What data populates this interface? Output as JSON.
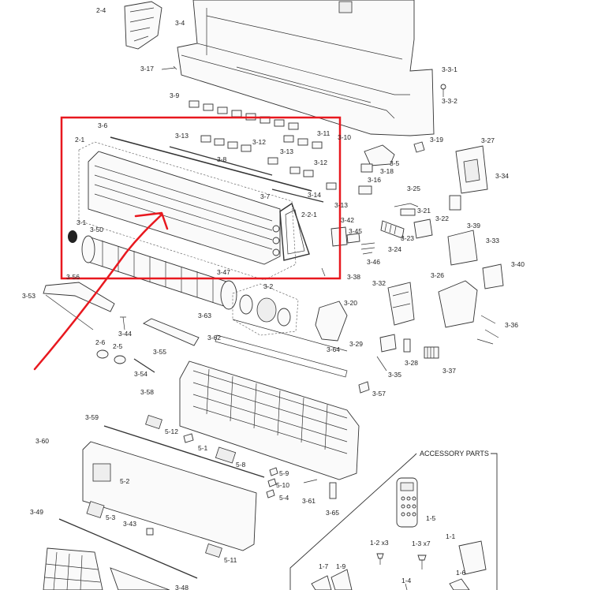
{
  "labels": [
    "2-4",
    "3-4",
    "3-17",
    "3-9",
    "3-3-1",
    "3-3-2",
    "3-6",
    "2-1",
    "3-13",
    "3-12",
    "3-11",
    "3-10",
    "3-8",
    "3-13",
    "3-12",
    "3-7",
    "3-14",
    "3-13",
    "2-2-1",
    "3-1",
    "3-50",
    "3-47",
    "3-19",
    "3-27",
    "3-5",
    "3-18",
    "3-16",
    "3-34",
    "3-25",
    "3-21",
    "3-22",
    "3-39",
    "3-42",
    "3-45",
    "3-24",
    "3-23",
    "3-33",
    "3-46",
    "3-40",
    "3-38",
    "3-26",
    "3-56",
    "3-53",
    "3-2",
    "3-32",
    "3-20",
    "3-44",
    "3-63",
    "3-36",
    "2-6",
    "2-5",
    "3-55",
    "3-62",
    "3-29",
    "3-64",
    "3-28",
    "3-54",
    "3-35",
    "3-37",
    "3-58",
    "3-57",
    "3-59",
    "5-12",
    "5-1",
    "3-60",
    "5-8",
    "5-9",
    "5-2",
    "5-10",
    "5-4",
    "3-61",
    "3-65",
    "5-3",
    "3-49",
    "3-43",
    "5-11",
    "3-48",
    "1-5",
    "1-2 x3",
    "1-3 x7",
    "1-1",
    "1-7",
    "1-9",
    "1-4",
    "1-6"
  ],
  "accessory_title": "ACCESSORY PARTS",
  "colors": {
    "highlight": "#e8181f",
    "line": "#333333"
  }
}
